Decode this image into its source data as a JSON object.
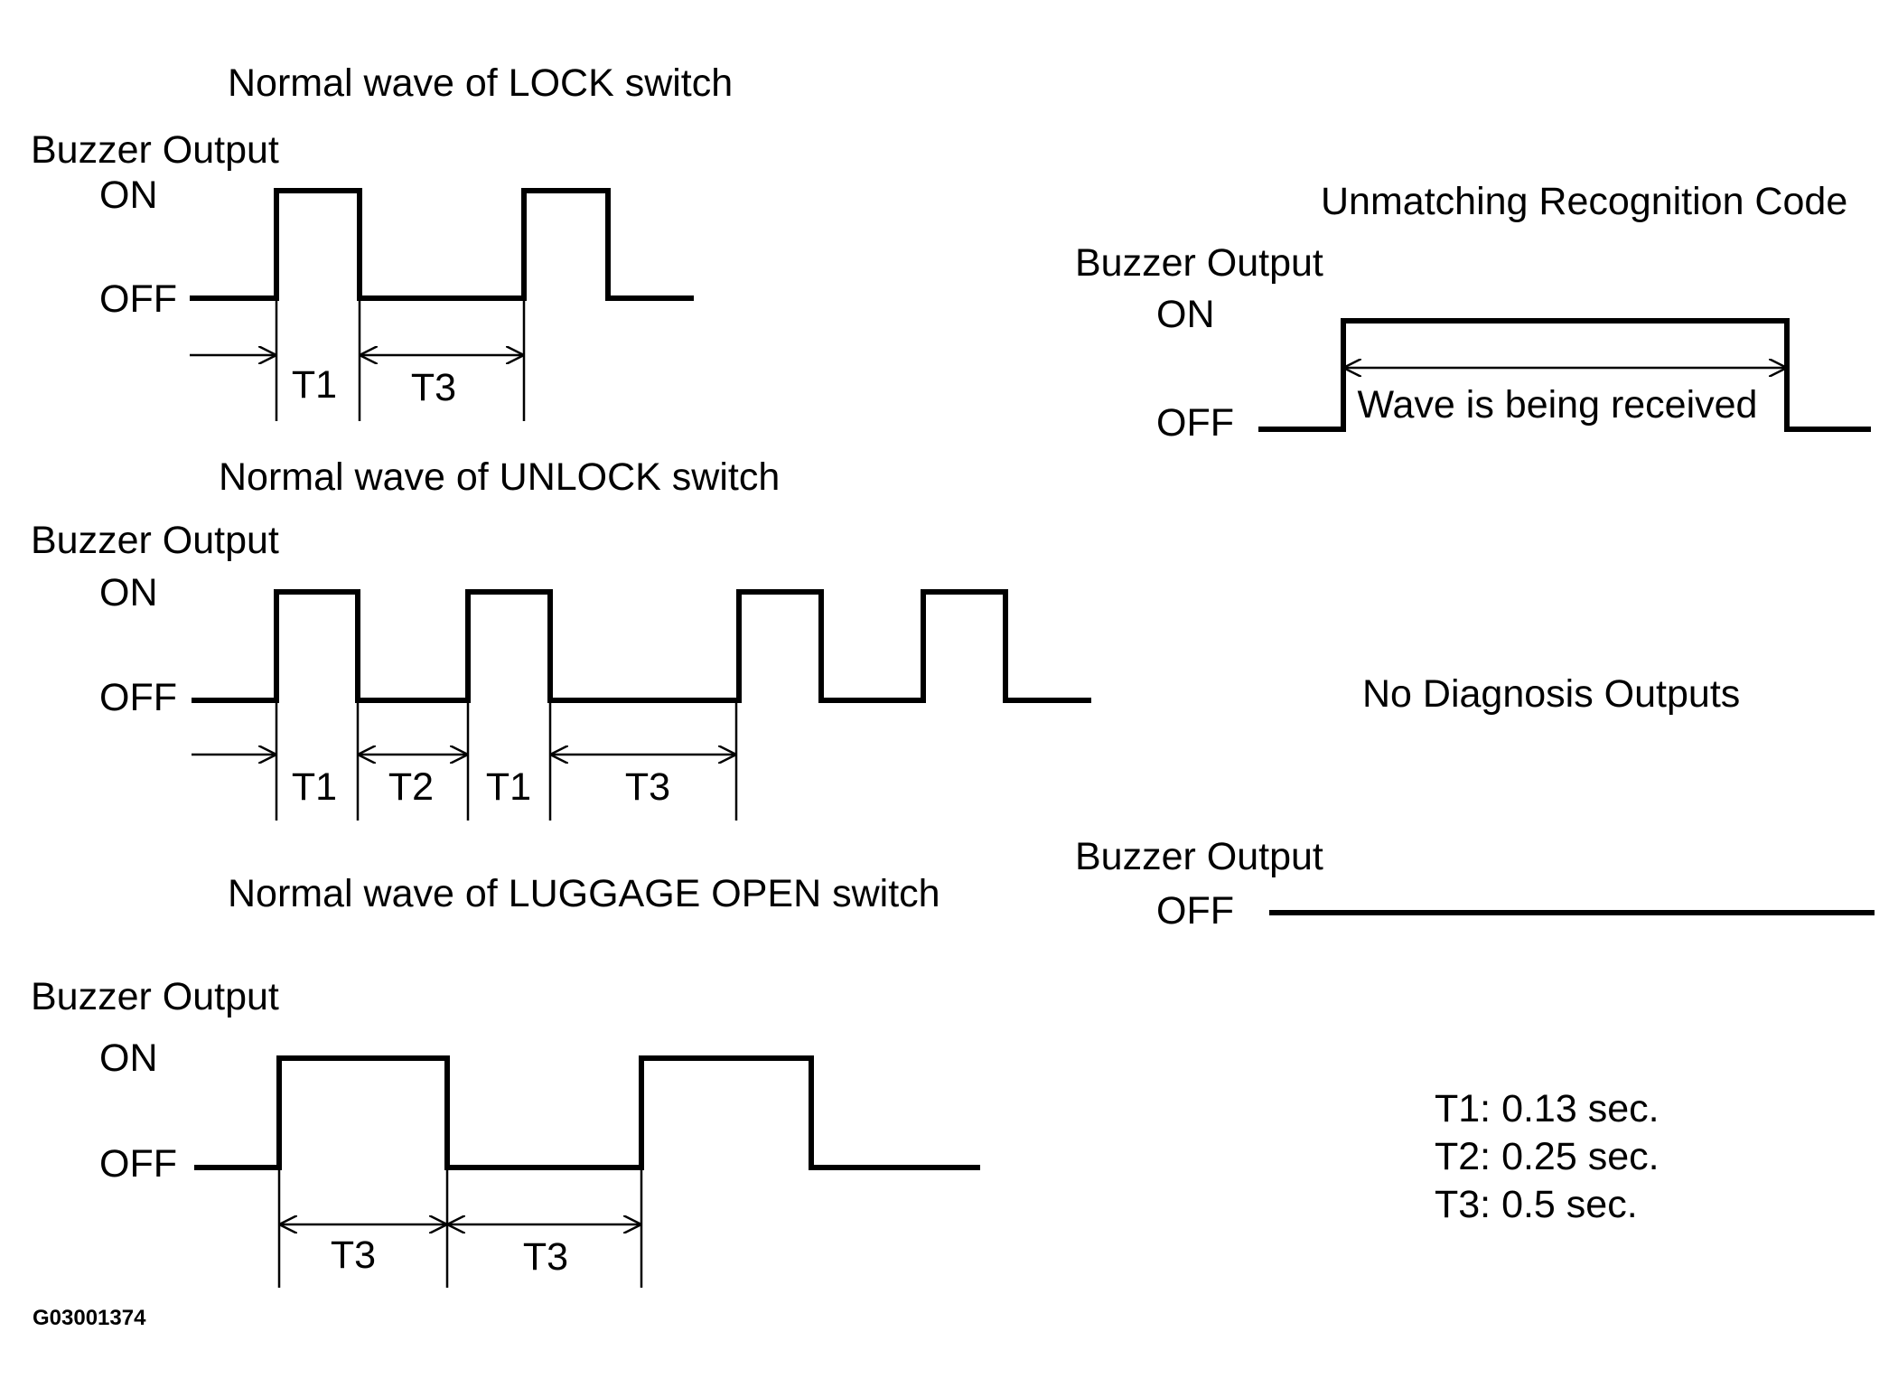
{
  "lock": {
    "title": "Normal wave of LOCK switch",
    "buzzer_label": "Buzzer Output",
    "on_label": "ON",
    "off_label": "OFF",
    "intervals": [
      "T1",
      "T3"
    ]
  },
  "unlock": {
    "title": "Normal wave of UNLOCK switch",
    "buzzer_label": "Buzzer Output",
    "on_label": "ON",
    "off_label": "OFF",
    "intervals": [
      "T1",
      "T2",
      "T1",
      "T3"
    ]
  },
  "luggage": {
    "title": "Normal wave of LUGGAGE OPEN switch",
    "buzzer_label": "Buzzer Output",
    "on_label": "ON",
    "off_label": "OFF",
    "intervals": [
      "T3",
      "T3"
    ]
  },
  "unmatching": {
    "title": "Unmatching Recognition Code",
    "buzzer_label": "Buzzer Output",
    "on_label": "ON",
    "off_label": "OFF",
    "interval_label": "Wave is being received"
  },
  "no_diagnosis": {
    "title": "No Diagnosis Outputs",
    "buzzer_label": "Buzzer Output",
    "off_label": "OFF"
  },
  "legend": [
    "T1: 0.13 sec.",
    "T2: 0.25 sec.",
    "T3: 0.5 sec."
  ],
  "figure_code": "G03001374"
}
